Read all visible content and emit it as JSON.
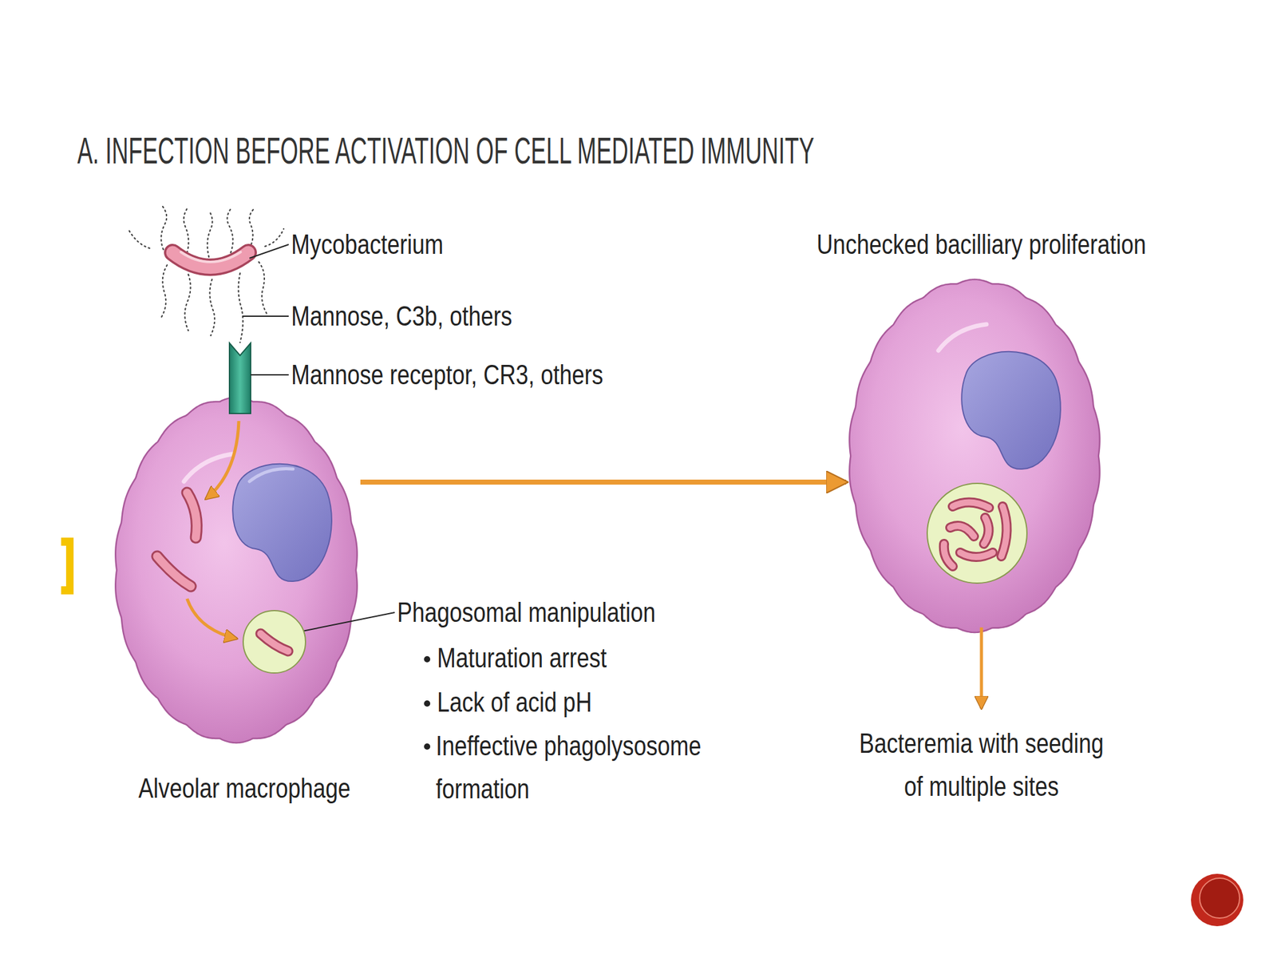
{
  "diagram": {
    "title": "A. INFECTION BEFORE ACTIVATION OF CELL MEDIATED IMMUNITY",
    "nodes": [
      {
        "text": [
          "Alveolar macrophage"
        ]
      },
      {
        "text": [
          "Unchecked bacilliary proliferation"
        ]
      }
    ],
    "edges": [
      {
        "from": 0,
        "to": 1,
        "arrow": "to"
      }
    ],
    "labels": [
      "Mycobacterium",
      "Mannose, C3b, others",
      "Mannose receptor, CR3, others",
      "Phagosomal manipulation",
      "Maturation arrest",
      "Lack of acid pH",
      "Ineffective phagolysosome formation",
      "Bacteremia with seeding of multiple sites"
    ]
  }
}
